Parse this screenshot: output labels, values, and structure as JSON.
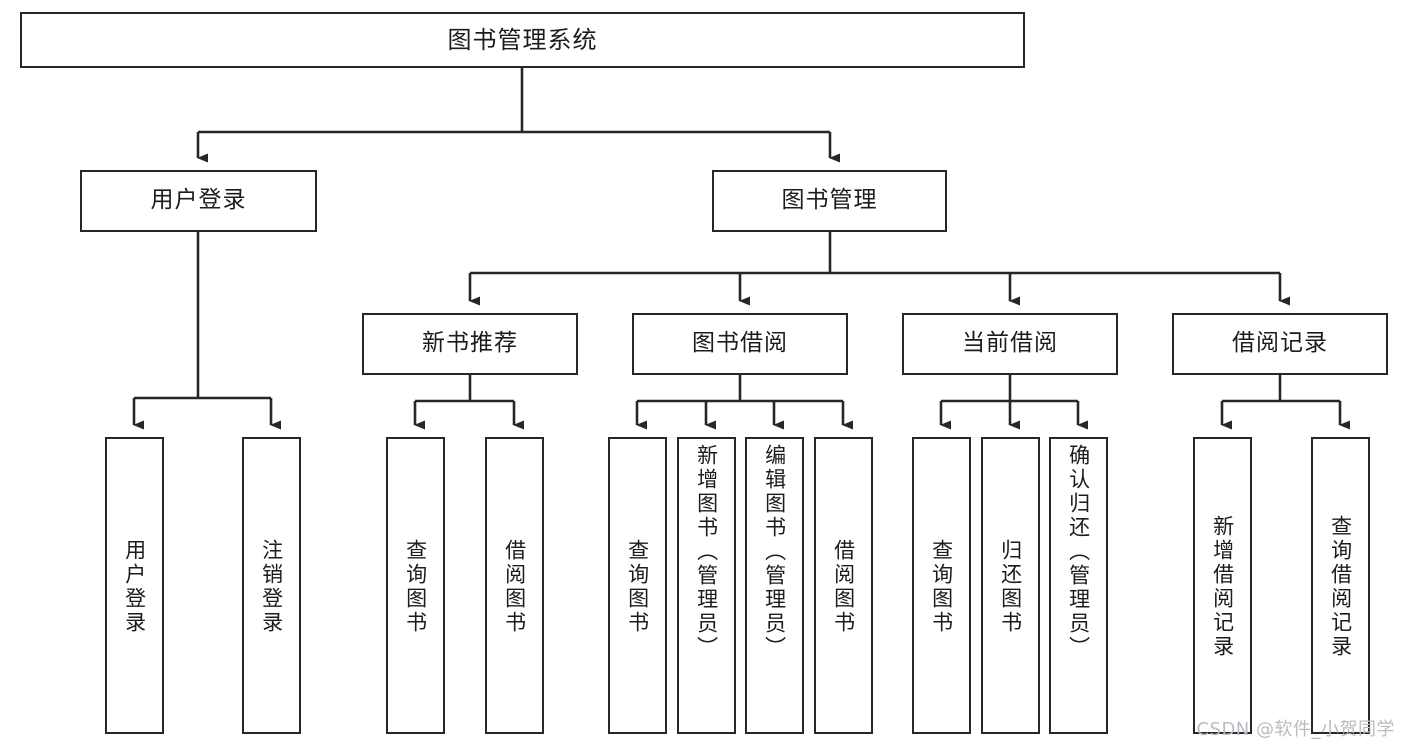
{
  "diagram": {
    "title": "图书管理系统",
    "watermark": "CSDN @软件_小贺同学",
    "colors": {
      "box_border": "#26272b",
      "box_fill": "#ffffff",
      "connector": "#26272b",
      "text": "#1c1c1e",
      "watermark": "#b9bcc0",
      "background": "#ffffff"
    },
    "root": {
      "label": "图书管理系统"
    },
    "level2": [
      {
        "label": "用户登录"
      },
      {
        "label": "图书管理"
      }
    ],
    "level3": [
      {
        "label": "新书推荐"
      },
      {
        "label": "图书借阅"
      },
      {
        "label": "当前借阅"
      },
      {
        "label": "借阅记录"
      }
    ],
    "leaves": {
      "user_login": [
        {
          "label": "用户登录"
        },
        {
          "label": "注销登录"
        }
      ],
      "new_book_recommend": [
        {
          "label": "查询图书"
        },
        {
          "label": "借阅图书"
        }
      ],
      "book_borrow": [
        {
          "label": "查询图书"
        },
        {
          "label": "新增图书（管理员）"
        },
        {
          "label": "编辑图书（管理员）"
        },
        {
          "label": "借阅图书"
        }
      ],
      "current_borrow": [
        {
          "label": "查询图书"
        },
        {
          "label": "归还图书"
        },
        {
          "label": "确认归还（管理员）"
        }
      ],
      "borrow_record": [
        {
          "label": "新增借阅记录"
        },
        {
          "label": "查询借阅记录"
        }
      ]
    }
  }
}
